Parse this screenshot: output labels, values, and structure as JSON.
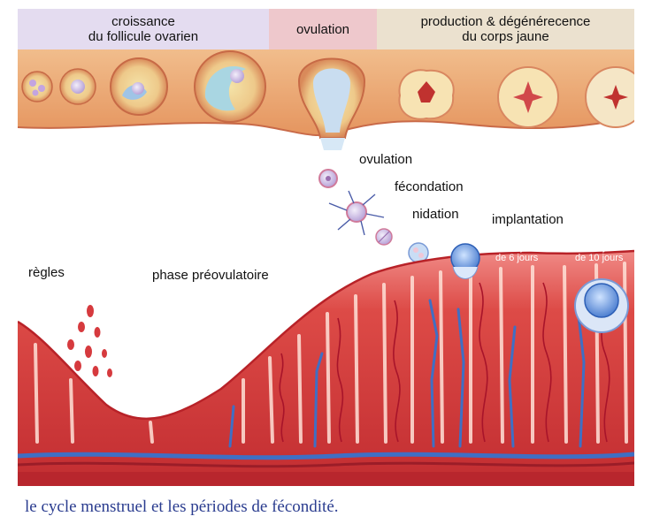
{
  "phases": {
    "growth": "croissance\ndu follicule ovarien",
    "ovulation": "ovulation",
    "corpus_luteum": "production & dégénérecence\ndu corps jaune"
  },
  "labels": {
    "ovulation": "ovulation",
    "fertilization": "fécondation",
    "nidation": "nidation",
    "implantation": "implantation",
    "menses": "règles",
    "preovulatory": "phase préovulatoire",
    "embryo_6": "embryon\nde 6 jours",
    "embryo_10": "embryon\nde 10 jours"
  },
  "caption": "le cycle menstruel et les périodes de fécondité.",
  "colors": {
    "ovary_tissue": "#e8a574",
    "endometrium": "#d9363a",
    "blood_vessel": "#3f6fc4",
    "caption": "#2a3c8f"
  }
}
